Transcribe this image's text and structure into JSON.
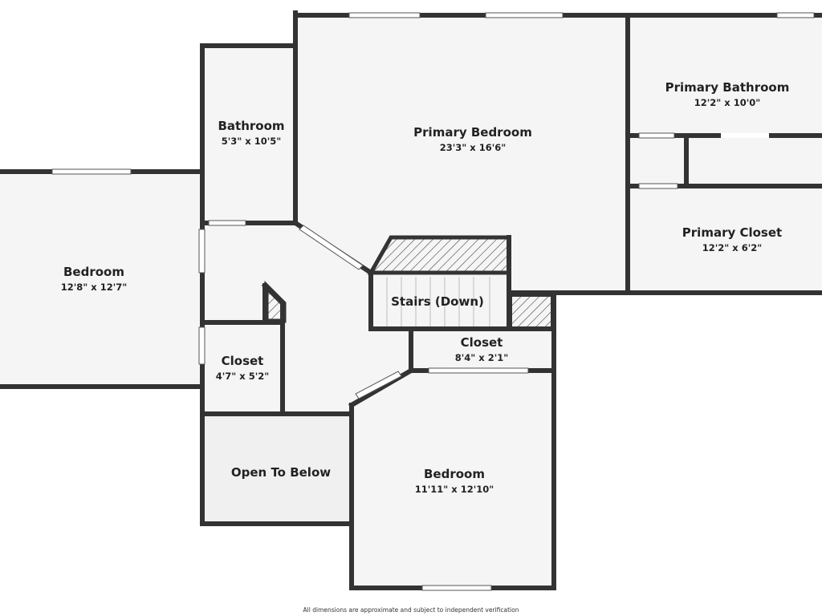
{
  "colors": {
    "wall": "#333333",
    "floor": "#f5f5f5",
    "open_to_below": "#f0f0f0",
    "window": "#ffffff",
    "background": "#ffffff"
  },
  "rooms": {
    "primary_bedroom": {
      "name": "Primary Bedroom",
      "dims": "23'3\" x 16'6\""
    },
    "primary_bathroom": {
      "name": "Primary Bathroom",
      "dims": "12'2\" x 10'0\""
    },
    "primary_closet": {
      "name": "Primary Closet",
      "dims": "12'2\" x 6'2\""
    },
    "bathroom": {
      "name": "Bathroom",
      "dims": "5'3\" x 10'5\""
    },
    "bedroom_west": {
      "name": "Bedroom",
      "dims": "12'8\" x 12'7\""
    },
    "stairs": {
      "name": "Stairs (Down)"
    },
    "closet_hall": {
      "name": "Closet",
      "dims": "8'4\" x 2'1\""
    },
    "closet_small": {
      "name": "Closet",
      "dims": "4'7\" x 5'2\""
    },
    "open_to_below": {
      "name": "Open To Below"
    },
    "bedroom_south": {
      "name": "Bedroom",
      "dims": "11'11\" x 12'10\""
    }
  },
  "footer": {
    "disclaimer": "All dimensions are approximate and subject to independent verification"
  }
}
